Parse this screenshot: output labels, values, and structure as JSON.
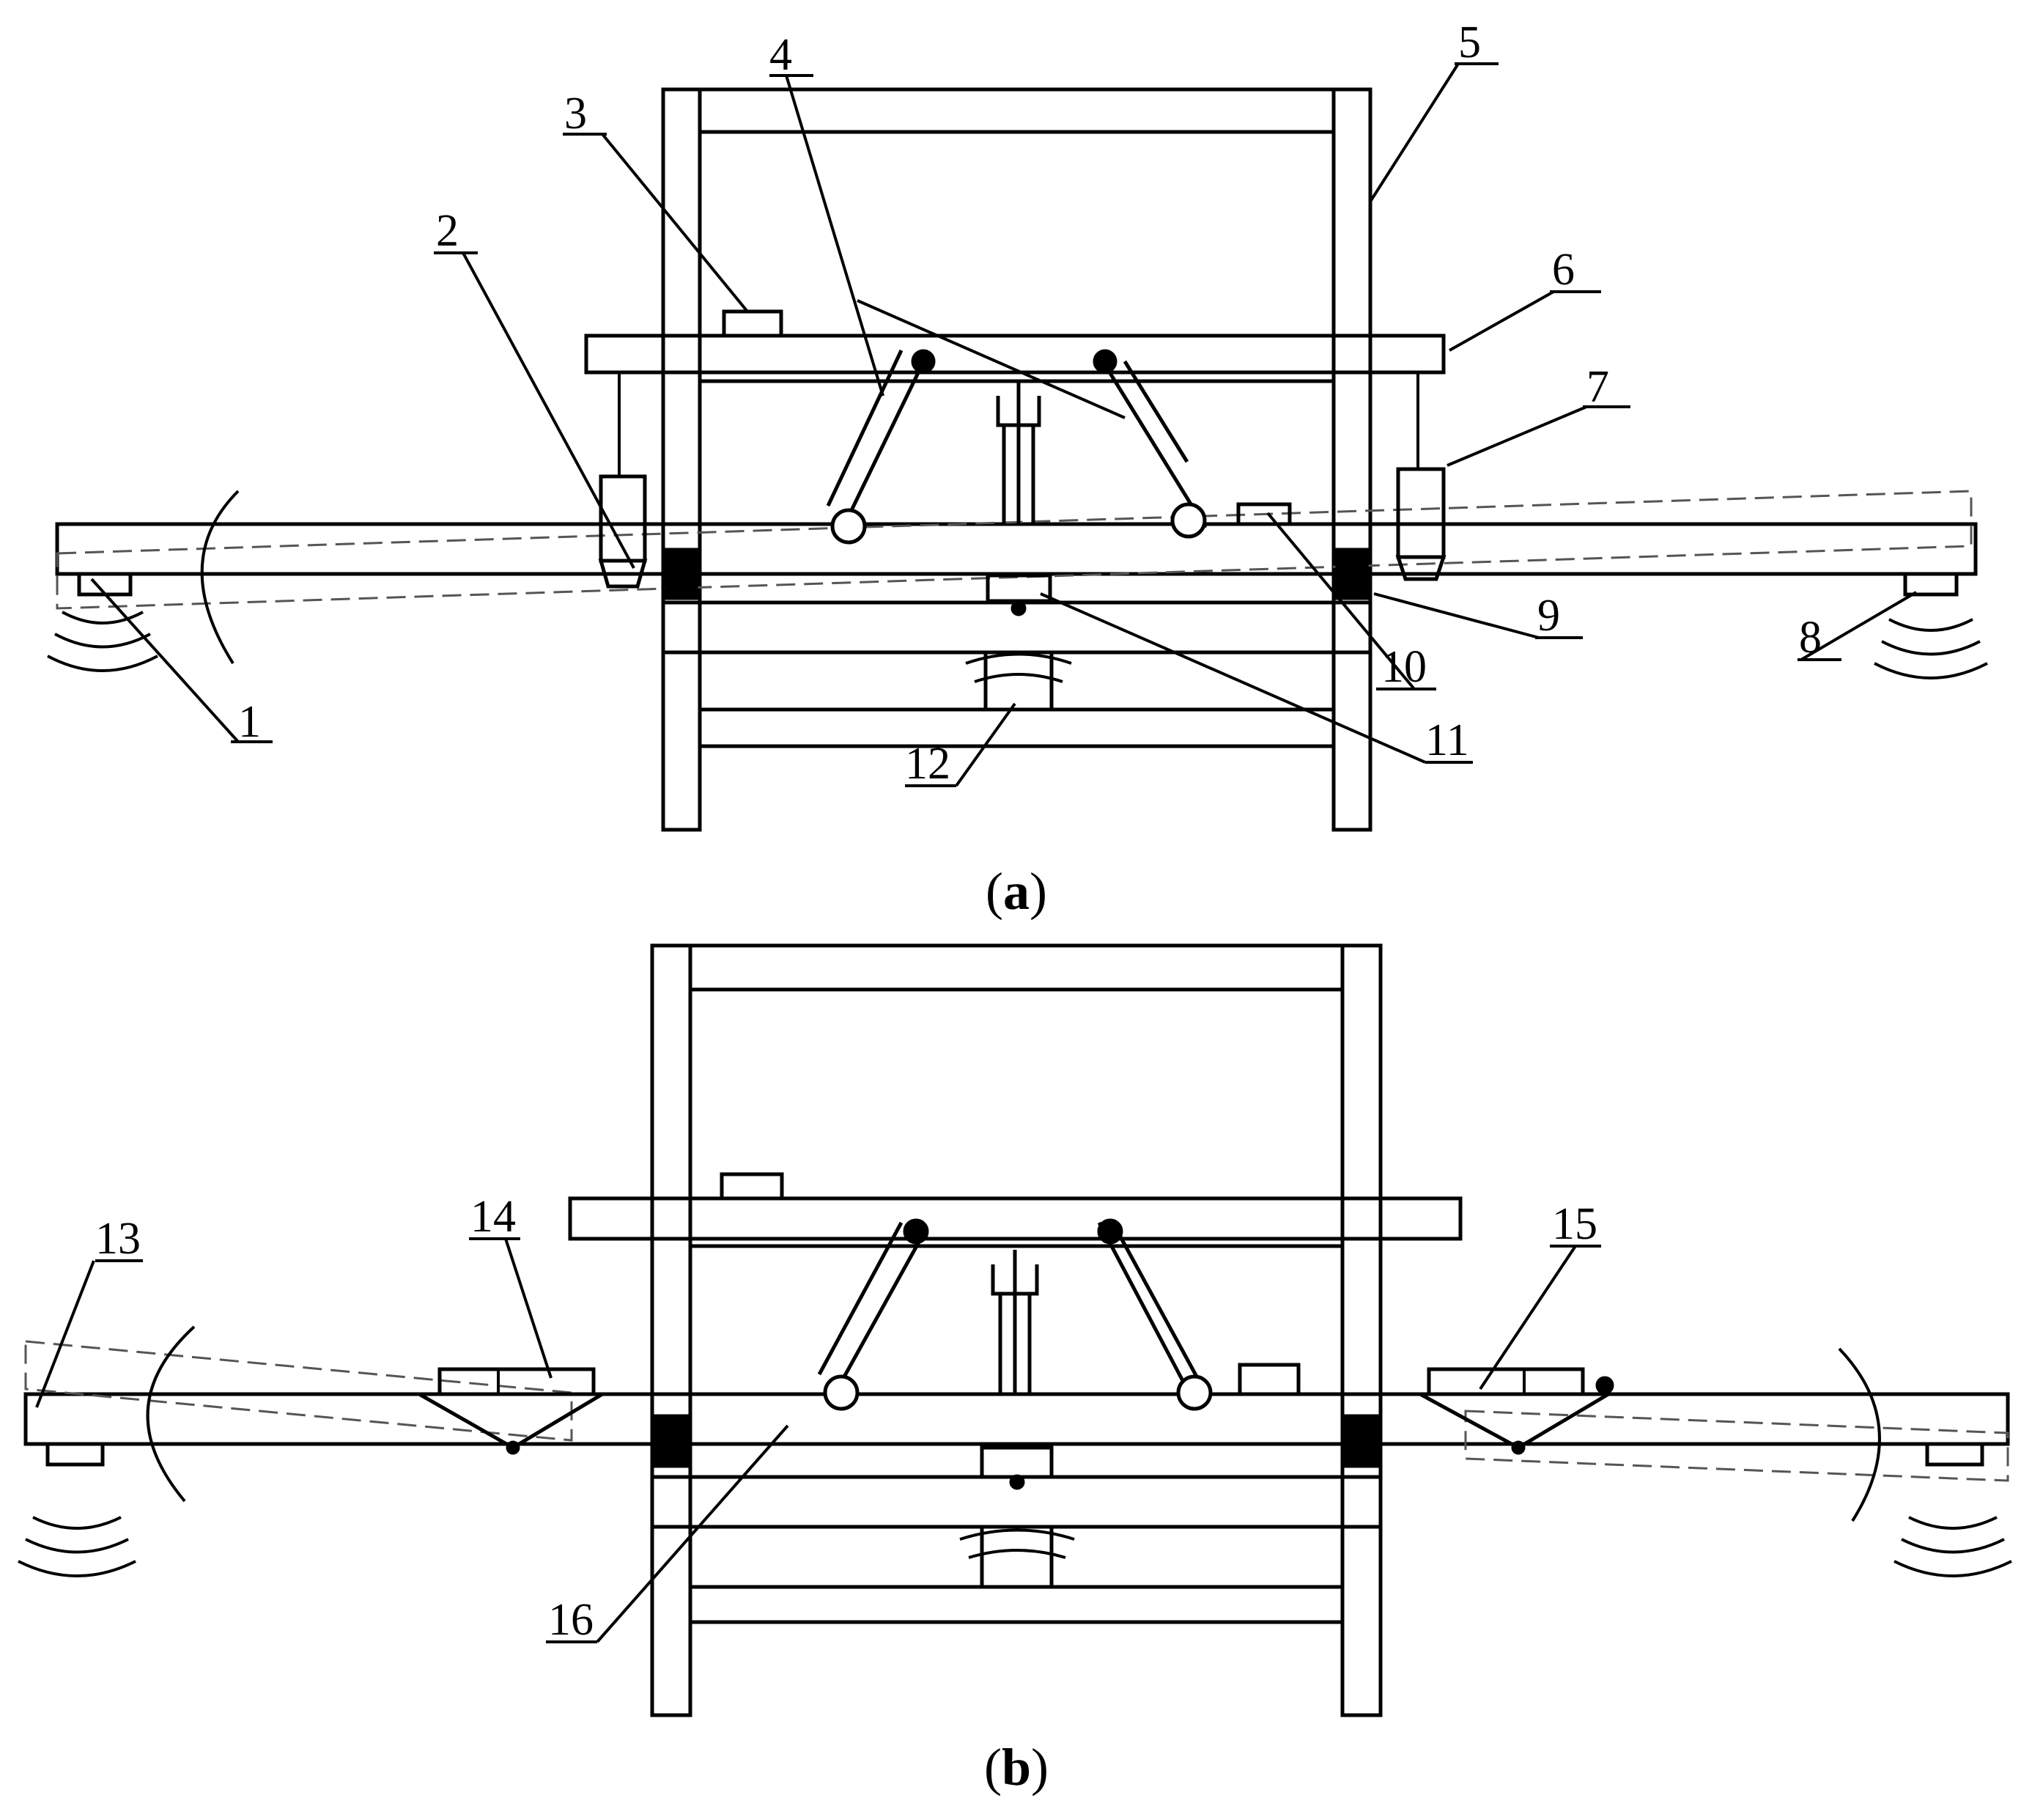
{
  "panels": {
    "a": {
      "caption_open": "(",
      "caption_letter": "a",
      "caption_close": ")",
      "labels": [
        "1",
        "2",
        "3",
        "4",
        "5",
        "6",
        "7",
        "8",
        "9",
        "10",
        "11",
        "12"
      ]
    },
    "b": {
      "caption_open": "(",
      "caption_letter": "b",
      "caption_close": ")",
      "labels": [
        "13",
        "14",
        "15",
        "16"
      ]
    }
  },
  "colors": {
    "line": "#000000",
    "dashed": "#555555",
    "background": "#ffffff"
  }
}
